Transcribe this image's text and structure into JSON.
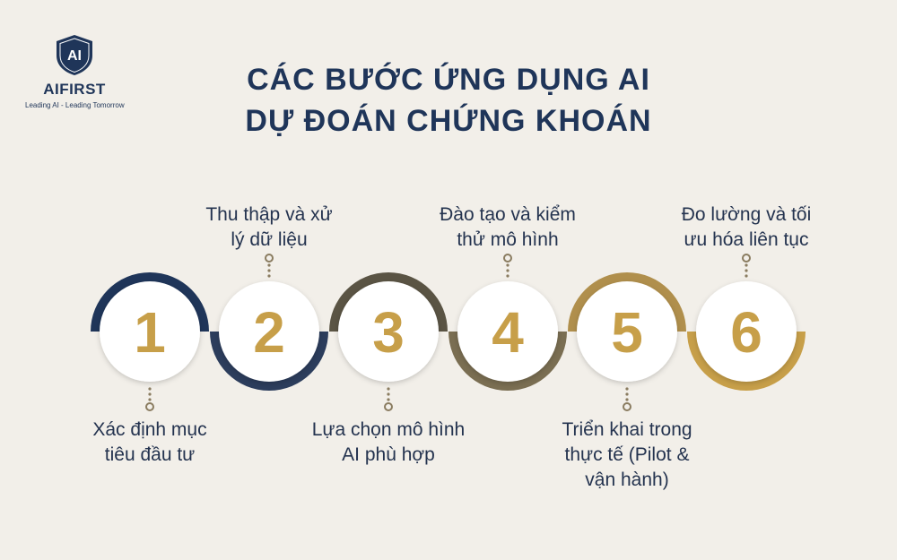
{
  "logo": {
    "mark": "AI",
    "name": "AIFIRST",
    "tagline": "Leading AI - Leading Tomorrow"
  },
  "title": {
    "line1": "CÁC BƯỚC ỨNG DỤNG AI",
    "line2": "DỰ ĐOÁN CHỨNG KHOÁN"
  },
  "colors": {
    "navy": "#1f3559",
    "gold": "#c79f49",
    "olive": "#7a6e52",
    "dot": "#8a7c60"
  },
  "steps": [
    {
      "number": "1",
      "line1": "Xác định mục",
      "line2": "tiêu đầu tư",
      "line3": "",
      "arc": "top",
      "label_position": "below",
      "color": "#1f3559"
    },
    {
      "number": "2",
      "line1": "Thu thập và xử",
      "line2": "lý dữ liệu",
      "line3": "",
      "arc": "bottom",
      "label_position": "above",
      "color": "#2c3d5c"
    },
    {
      "number": "3",
      "line1": "Lựa chọn mô hình",
      "line2": "AI phù hợp",
      "line3": "",
      "arc": "top",
      "label_position": "below",
      "color": "#5a5444"
    },
    {
      "number": "4",
      "line1": "Đào tạo và kiểm",
      "line2": "thử mô hình",
      "line3": "",
      "arc": "bottom",
      "label_position": "above",
      "color": "#7a6e52"
    },
    {
      "number": "5",
      "line1": "Triển khai trong",
      "line2": "thực tế (Pilot &",
      "line3": "vận hành)",
      "arc": "top",
      "label_position": "below",
      "color": "#b08f4c"
    },
    {
      "number": "6",
      "line1": "Đo lường và tối",
      "line2": "ưu hóa liên tục",
      "line3": "",
      "arc": "bottom",
      "label_position": "above",
      "color": "#c79f49"
    }
  ]
}
